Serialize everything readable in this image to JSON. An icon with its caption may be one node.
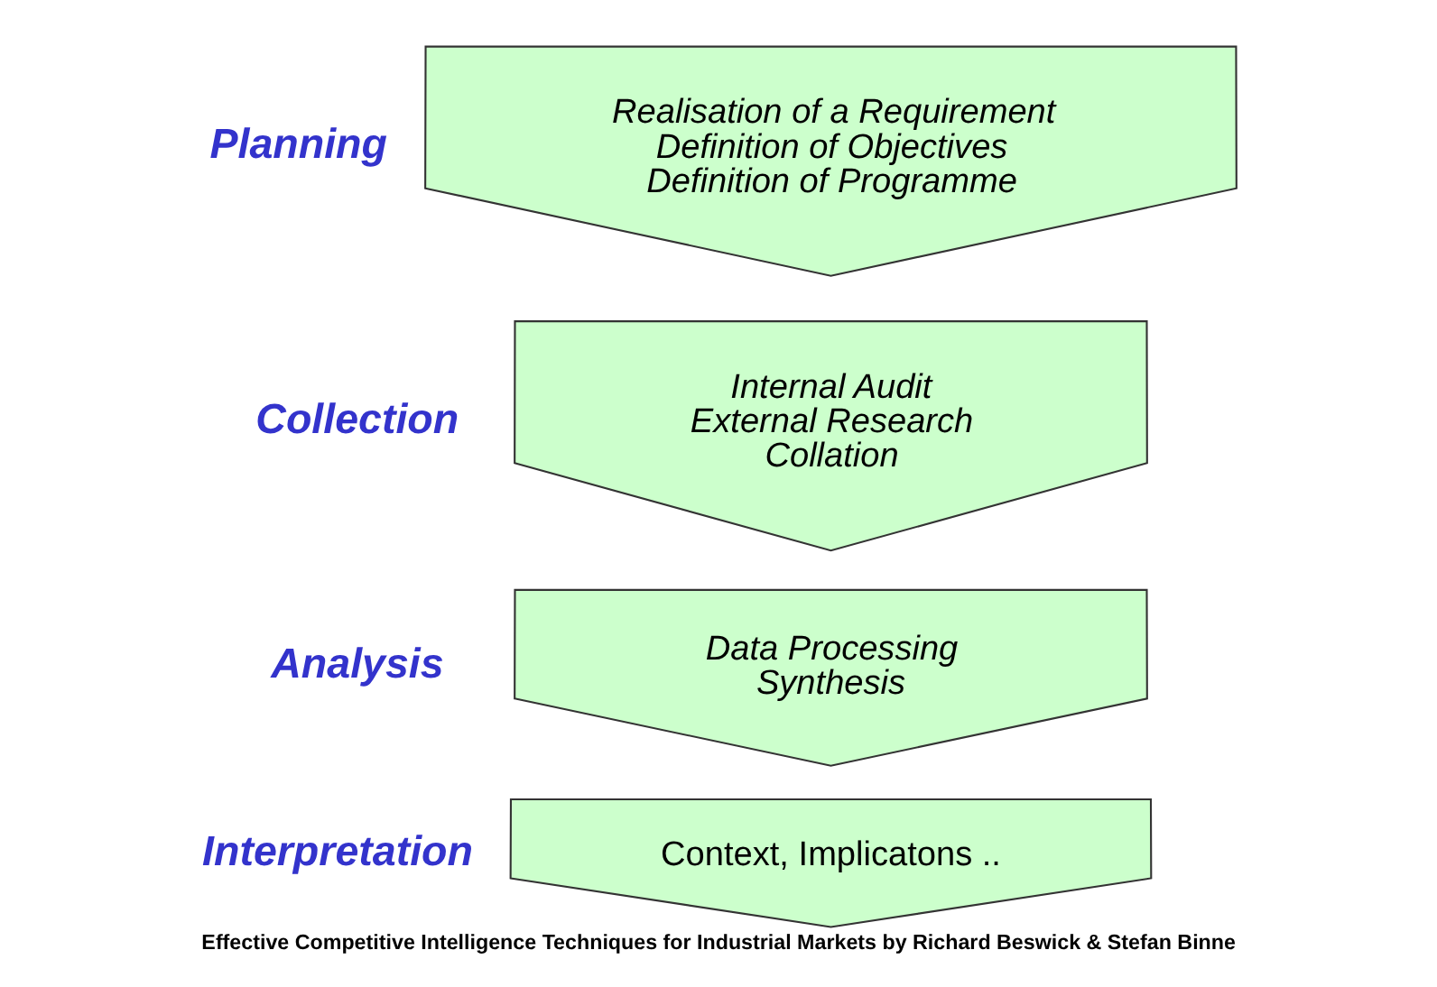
{
  "diagram": {
    "caption": "Effective Competitive Intelligence Techniques for Industrial Markets by Richard Beswick & Stefan Binne",
    "nodes": [
      {
        "text": [
          "Realisation of a Requirement",
          "Definition of Objectives",
          "Definition of Programme"
        ],
        "beside": [
          "Planning"
        ]
      },
      {
        "text": [
          "Internal Audit",
          "External Research",
          "Collation"
        ],
        "beside": [
          "Collection"
        ]
      },
      {
        "text": [
          "Data Processing",
          "Synthesis"
        ],
        "beside": [
          "Analysis"
        ]
      },
      {
        "text": [
          "Context, Implicatons .."
        ],
        "beside": [
          "Interpretation"
        ]
      }
    ],
    "edges": []
  }
}
